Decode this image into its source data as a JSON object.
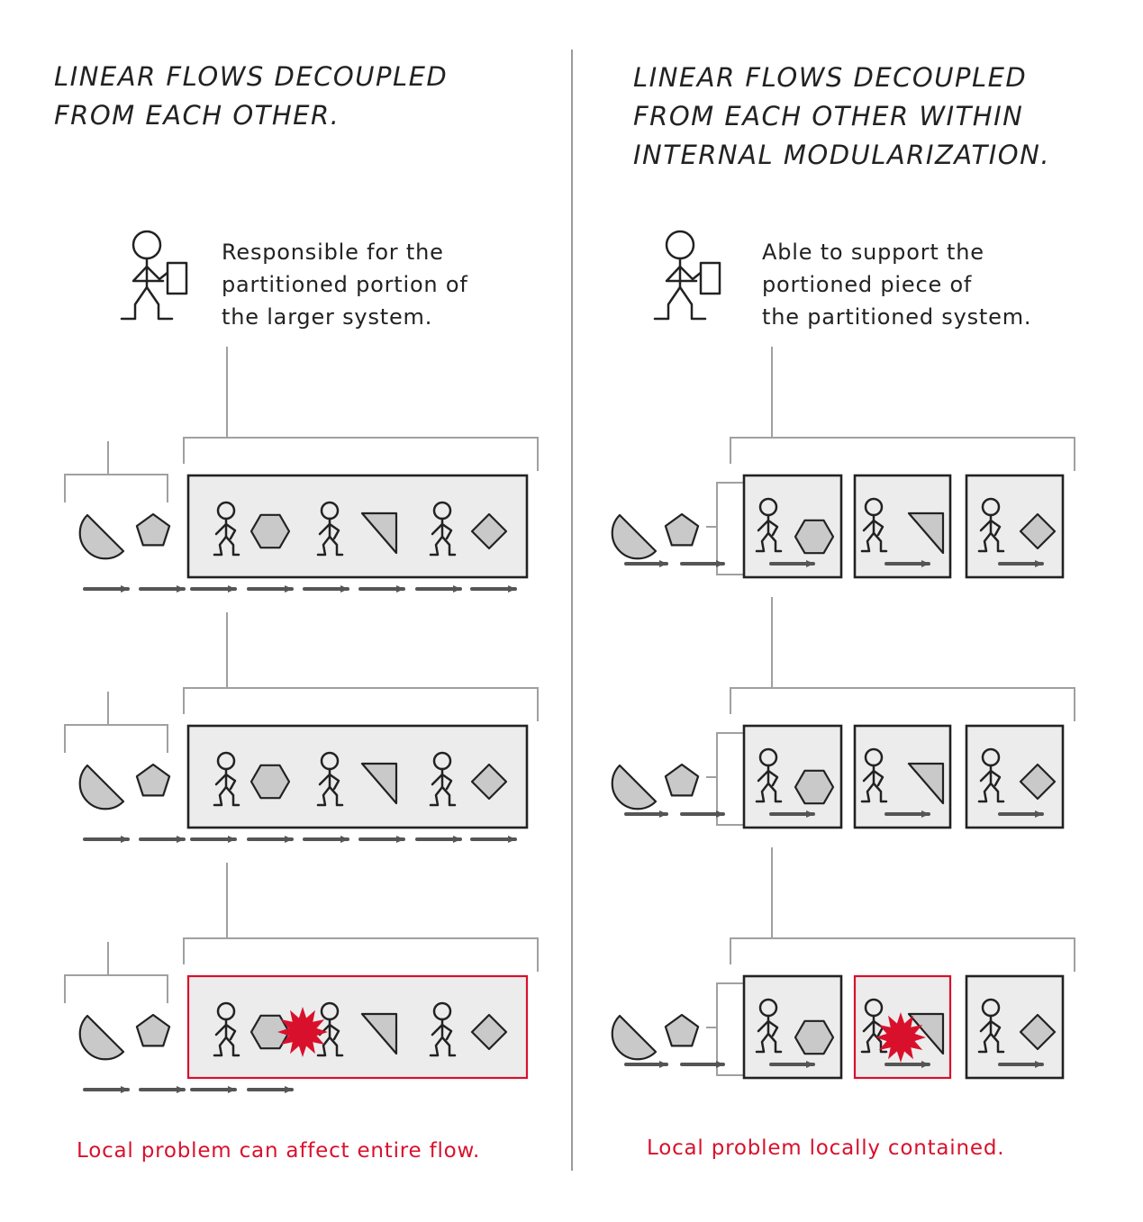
{
  "left": {
    "title": "LINEAR FLOWS DECOUPLED\nFROM EACH OTHER.",
    "note": "Responsible for the\npartitioned portion of\nthe larger system.",
    "caption": "Local problem can affect entire flow."
  },
  "right": {
    "title": "LINEAR FLOWS DECOUPLED\nFROM EACH OTHER WITHIN\nINTERNAL MODULARIZATION.",
    "note": "Able to support the\nportioned piece of\nthe partitioned system.",
    "caption": "Local problem locally contained."
  },
  "colors": {
    "ink": "#222222",
    "panel_fill": "#ececec",
    "shape_fill": "#c9c9c9",
    "bracket": "#a0a0a0",
    "arrow": "#555555",
    "alert": "#d9102c"
  },
  "icons": [
    "stick-figure-icon",
    "clipboard-icon",
    "half-circle-icon",
    "pentagon-icon",
    "hexagon-icon",
    "triangle-icon",
    "diamond-icon",
    "burst-icon",
    "arrow-icon"
  ]
}
